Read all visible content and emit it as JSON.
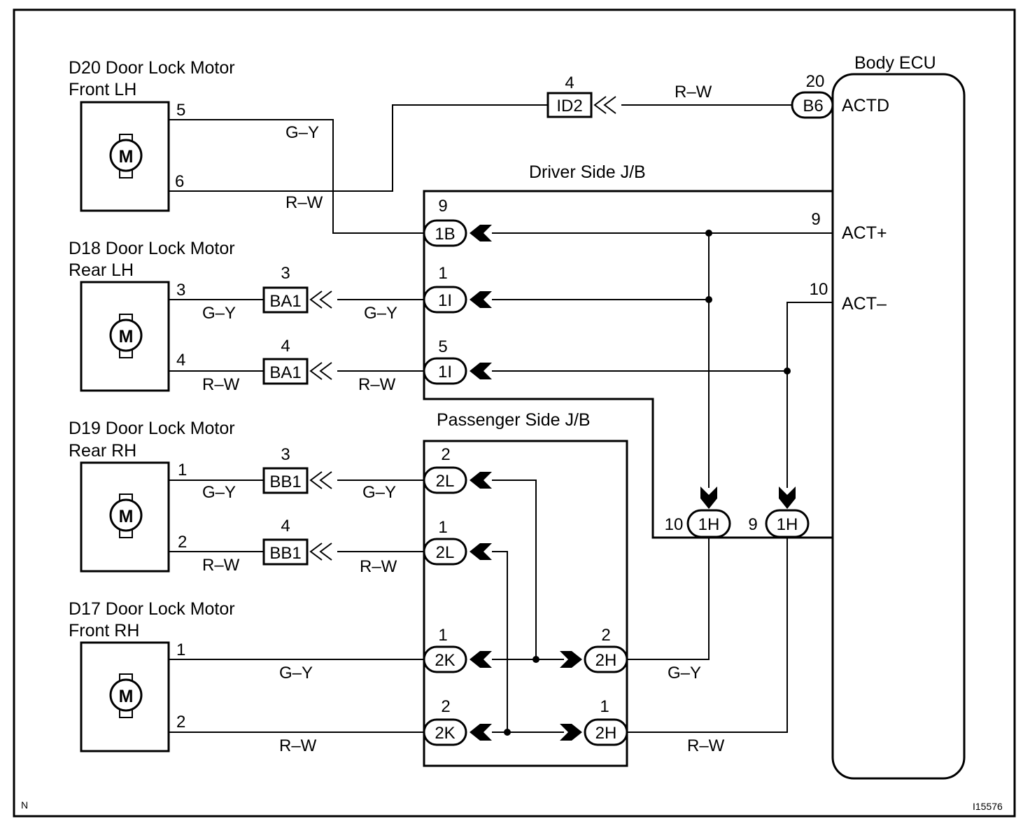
{
  "motors": [
    {
      "name": "D20 Door Lock Motor",
      "position": "Front LH",
      "pin_top": "5",
      "pin_bottom": "6"
    },
    {
      "name": "D18 Door Lock Motor",
      "position": "Rear LH",
      "pin_top": "3",
      "pin_bottom": "4"
    },
    {
      "name": "D19 Door Lock Motor",
      "position": "Rear RH",
      "pin_top": "1",
      "pin_bottom": "2"
    },
    {
      "name": "D17 Door Lock Motor",
      "position": "Front RH",
      "pin_top": "1",
      "pin_bottom": "2"
    }
  ],
  "motor_symbol": "M",
  "wire_colors": {
    "gy": "G–Y",
    "rw": "R–W"
  },
  "ecu": {
    "title": "Body ECU",
    "terminals": {
      "actd": "ACTD",
      "act_plus": "ACT+",
      "act_minus": "ACT–"
    },
    "pins": {
      "actd": "20",
      "act_plus": "9",
      "act_minus": "10"
    },
    "connector": "B6"
  },
  "id2": {
    "name": "ID2",
    "pin": "4"
  },
  "driver_jb": {
    "title": "Driver Side J/B"
  },
  "passenger_jb": {
    "title": "Passenger Side J/B"
  },
  "connectors": {
    "c1B": {
      "name": "1B",
      "pin": "9"
    },
    "c1I_a": {
      "name": "1I",
      "pin": "1"
    },
    "c1I_b": {
      "name": "1I",
      "pin": "5"
    },
    "ba1_a": {
      "name": "BA1",
      "pin": "3"
    },
    "ba1_b": {
      "name": "BA1",
      "pin": "4"
    },
    "bb1_a": {
      "name": "BB1",
      "pin": "3"
    },
    "bb1_b": {
      "name": "BB1",
      "pin": "4"
    },
    "c2L_a": {
      "name": "2L",
      "pin": "2"
    },
    "c2L_b": {
      "name": "2L",
      "pin": "1"
    },
    "c2K_a": {
      "name": "2K",
      "pin": "1"
    },
    "c2K_b": {
      "name": "2K",
      "pin": "2"
    },
    "c2H_a": {
      "name": "2H",
      "pin": "2"
    },
    "c2H_b": {
      "name": "2H",
      "pin": "1"
    },
    "c1H_a": {
      "name": "1H",
      "pin": "10"
    },
    "c1H_b": {
      "name": "1H",
      "pin": "9"
    }
  },
  "corner_left": "N",
  "corner_right": "I15576"
}
